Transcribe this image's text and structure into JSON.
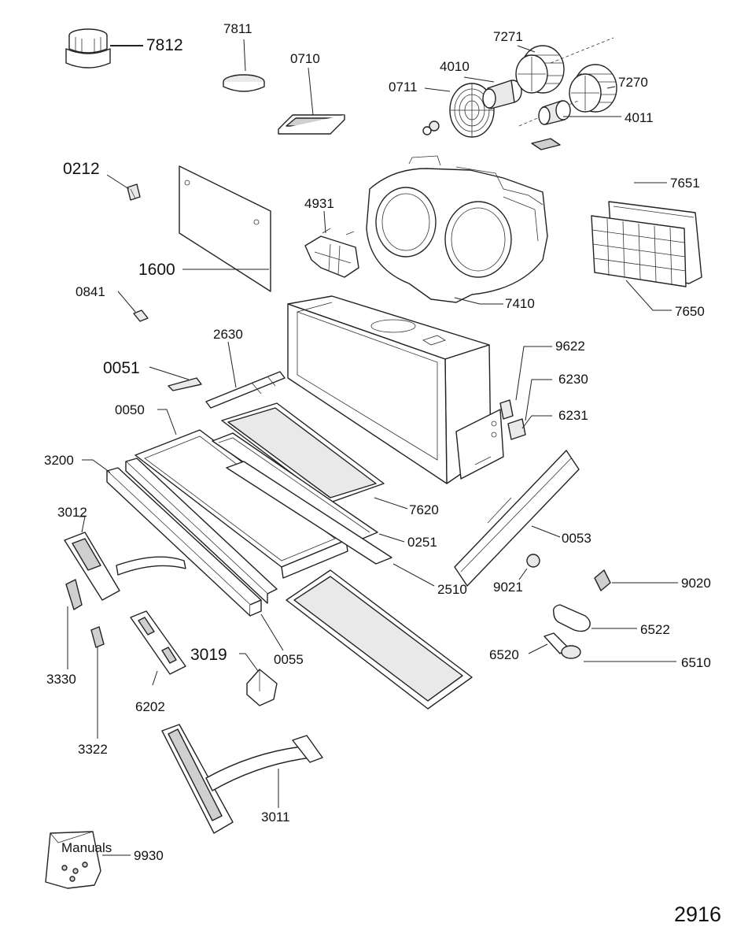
{
  "page_number": "2916",
  "labels": {
    "p7812": "7812",
    "p7811": "7811",
    "p0710": "0710",
    "p7271": "7271",
    "p4010": "4010",
    "p0711": "0711",
    "p7270": "7270",
    "p4011": "4011",
    "p0212": "0212",
    "p1600": "1600",
    "p4931": "4931",
    "p7651": "7651",
    "p7650": "7650",
    "p7410": "7410",
    "p0841": "0841",
    "p2630": "2630",
    "p0051": "0051",
    "p9622": "9622",
    "p6230": "6230",
    "p6231": "6231",
    "p0050": "0050",
    "p3200": "3200",
    "p7620": "7620",
    "p0251": "0251",
    "p0053": "0053",
    "p3012": "3012",
    "p2510": "2510",
    "p9021": "9021",
    "p9020": "9020",
    "p6522": "6522",
    "p6520": "6520",
    "p6510": "6510",
    "p3330": "3330",
    "p3019": "3019",
    "p0055": "0055",
    "p6202": "6202",
    "p3322": "3322",
    "p3011": "3011",
    "p9930": "9930"
  },
  "bag_text": "Manuals"
}
